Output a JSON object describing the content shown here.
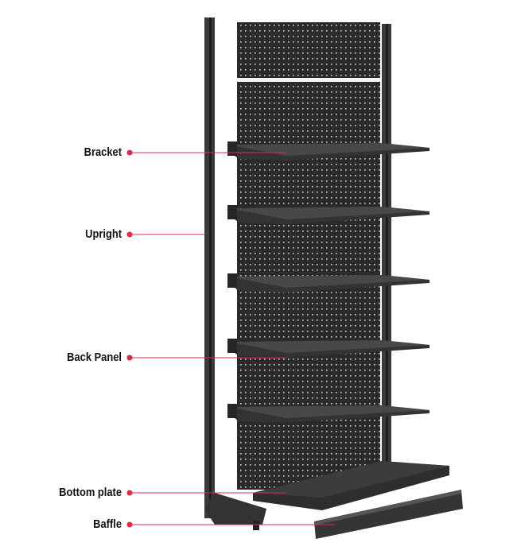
{
  "labels": [
    {
      "key": "bracket",
      "text": "Bracket"
    },
    {
      "key": "upright",
      "text": "Upright"
    },
    {
      "key": "back_panel",
      "text": "Back Panel"
    },
    {
      "key": "bottom_plate",
      "text": "Bottom plate"
    },
    {
      "key": "baffle",
      "text": "Baffle"
    }
  ],
  "colors": {
    "accent": "#e0284a",
    "metal": "#2c2c2c",
    "metal_light": "#4a4a4a"
  }
}
